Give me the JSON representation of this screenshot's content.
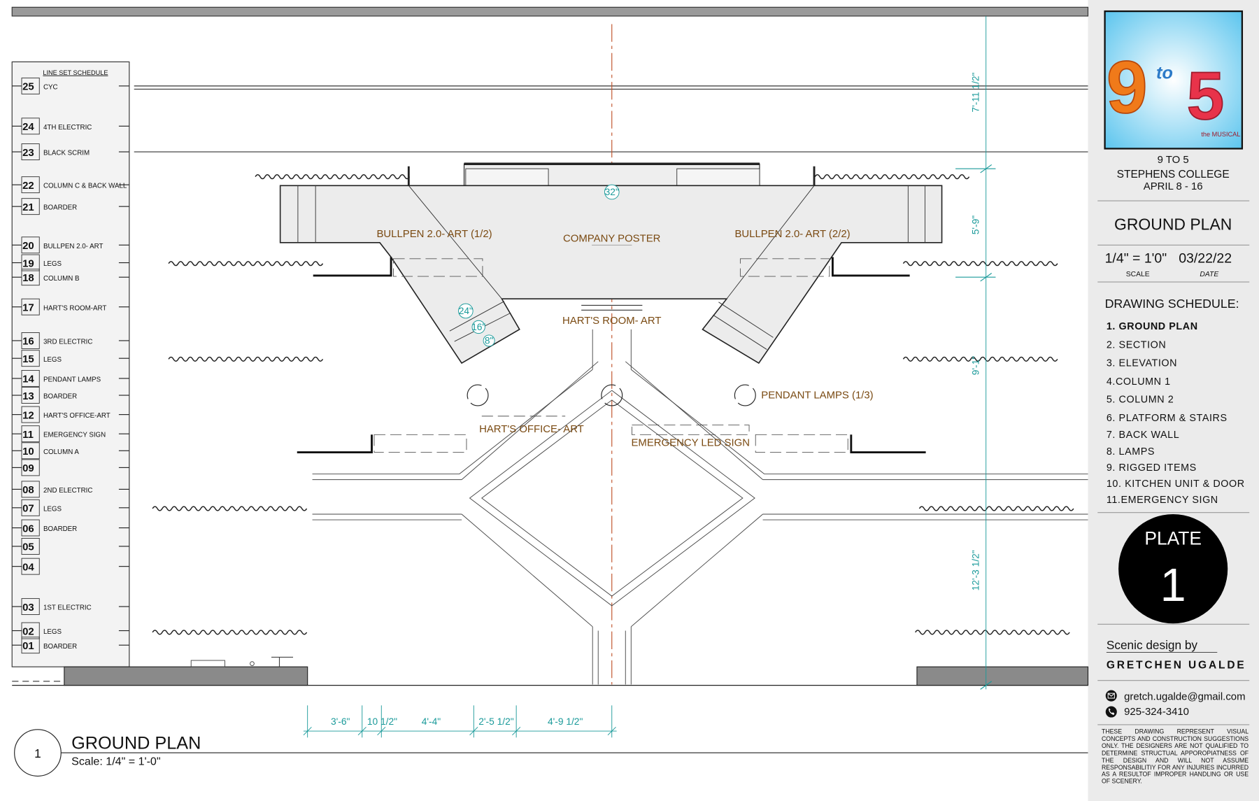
{
  "title_block": {
    "logo_text": "9 to 5 the MUSICAL",
    "show": "9 TO 5",
    "venue": "STEPHENS COLLEGE",
    "dates": "APRIL 8 - 16",
    "sheet_title": "GROUND PLAN",
    "scale_value": "1/4\" = 1'0\"",
    "scale_label": "SCALE",
    "date_value": "03/22/22",
    "date_label": "DATE",
    "schedule_title": "DRAWING SCHEDULE:",
    "schedule": [
      "1. GROUND PLAN",
      "2. SECTION",
      "3. ELEVATION",
      "4.COLUMN 1",
      "5. COLUMN 2",
      "6. PLATFORM & STAIRS",
      "7. BACK WALL",
      "8. LAMPS",
      "9. RIGGED ITEMS",
      "10. KITCHEN UNIT & DOOR",
      "11.EMERGENCY SIGN"
    ],
    "plate_label": "PLATE",
    "plate_number": "1",
    "designer_caption": "Scenic design by",
    "designer_name": "GRETCHEN UGALDE",
    "email": "gretch.ugalde@gmail.com",
    "phone": "925-324-3410",
    "disclaimer": "THESE DRAWING REPRESENT VISUAL CONCEPTS AND CONSTRUCTION SUGGESTIONS ONLY. THE DESIGNERS ARE NOT QUALIFIED TO DETERMINE STRUCTUAL APPOROPIATNESS OF THE DESIGN AND WILL NOT ASSUME RESPONSABILITIY FOR ANY INJURIES INCURRED AS A RESULTOF IMPROPER HANDLING OR USE OF SCENERY."
  },
  "lineset": {
    "title": "LINE SET SCHEDULE",
    "items": [
      {
        "num": "25",
        "label": "CYC"
      },
      {
        "num": "24",
        "label": "4TH ELECTRIC"
      },
      {
        "num": "23",
        "label": "BLACK SCRIM"
      },
      {
        "num": "22",
        "label": "COLUMN C & BACK WALL"
      },
      {
        "num": "21",
        "label": "BOARDER"
      },
      {
        "num": "20",
        "label": "BULLPEN 2.0- ART"
      },
      {
        "num": "19",
        "label": "LEGS"
      },
      {
        "num": "18",
        "label": "COLUMN B"
      },
      {
        "num": "17",
        "label": "HART'S ROOM-ART"
      },
      {
        "num": "16",
        "label": "3RD ELECTRIC"
      },
      {
        "num": "15",
        "label": "LEGS"
      },
      {
        "num": "14",
        "label": "PENDANT LAMPS"
      },
      {
        "num": "13",
        "label": "BOARDER"
      },
      {
        "num": "12",
        "label": "HART'S OFFICE-ART"
      },
      {
        "num": "11",
        "label": "EMERGENCY SIGN"
      },
      {
        "num": "10",
        "label": "COLUMN A"
      },
      {
        "num": "09",
        "label": ""
      },
      {
        "num": "08",
        "label": "2ND ELECTRIC"
      },
      {
        "num": "07",
        "label": "LEGS"
      },
      {
        "num": "06",
        "label": "BOARDER"
      },
      {
        "num": "05",
        "label": ""
      },
      {
        "num": "04",
        "label": ""
      },
      {
        "num": "03",
        "label": "1ST ELECTRIC"
      },
      {
        "num": "02",
        "label": "LEGS"
      },
      {
        "num": "01",
        "label": "BOARDER"
      }
    ]
  },
  "plan_labels": {
    "bullpen_left": "BULLPEN 2.0- ART (1/2)",
    "company_poster": "COMPANY POSTER",
    "bullpen_right": "BULLPEN 2.0- ART (2/2)",
    "harts_room": "HART'S ROOM- ART",
    "pendant_lamps": "PENDANT LAMPS (1/3)",
    "harts_office": "HART'S OFFICE- ART",
    "emergency_sign": "EMERGENCY LED SIGN",
    "step_32": "32\"",
    "step_24": "24\"",
    "step_16": "16\"",
    "step_8": "8\""
  },
  "dimensions": {
    "vertical": [
      "7'-11 1/2\"",
      "5'-9\"",
      "9'-1\"",
      "12'-3 1/2\""
    ],
    "horizontal": [
      "3'-6\"",
      "10 1/2\"",
      "4'-4\"",
      "2'-5 1/2\"",
      "4'-9 1/2\""
    ]
  },
  "drawing_title": {
    "number": "1",
    "title": "GROUND PLAN",
    "scale": "Scale: 1/4\" = 1'-0\""
  }
}
